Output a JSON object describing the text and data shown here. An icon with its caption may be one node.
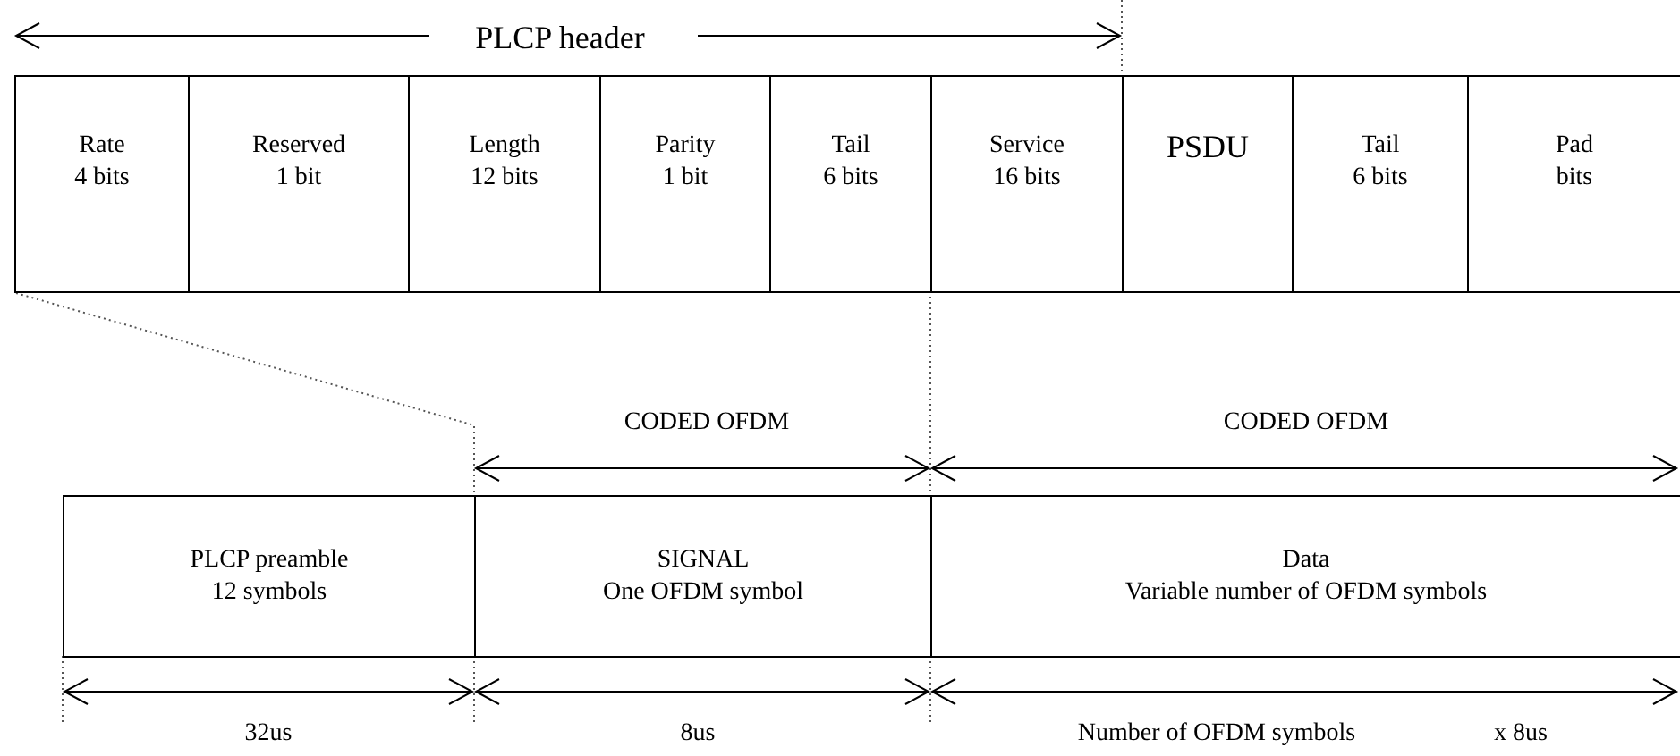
{
  "diagram": {
    "nodes": [
      {
        "text": [
          "Rate",
          "4 bits"
        ]
      },
      {
        "text": [
          "Reserved",
          "1 bit"
        ]
      },
      {
        "text": [
          "Length",
          "12 bits"
        ]
      },
      {
        "text": [
          "Parity",
          "1 bit"
        ]
      },
      {
        "text": [
          "Tail",
          "6 bits"
        ]
      },
      {
        "text": [
          "Service",
          "16 bits"
        ]
      },
      {
        "text": [
          "PSDU"
        ]
      },
      {
        "text": [
          "Tail",
          "6 bits"
        ]
      },
      {
        "text": [
          "Pad",
          "bits"
        ]
      },
      {
        "text": [
          "PLCP preamble",
          "12 symbols"
        ]
      },
      {
        "text": [
          "SIGNAL",
          "One OFDM symbol"
        ]
      },
      {
        "text": [
          "Data",
          "Variable number of OFDM symbols"
        ]
      }
    ],
    "labels": [
      "PLCP header",
      "CODED OFDM",
      "CODED OFDM",
      "32us",
      "8us",
      "Number of OFDM symbols",
      "x 8us"
    ]
  }
}
